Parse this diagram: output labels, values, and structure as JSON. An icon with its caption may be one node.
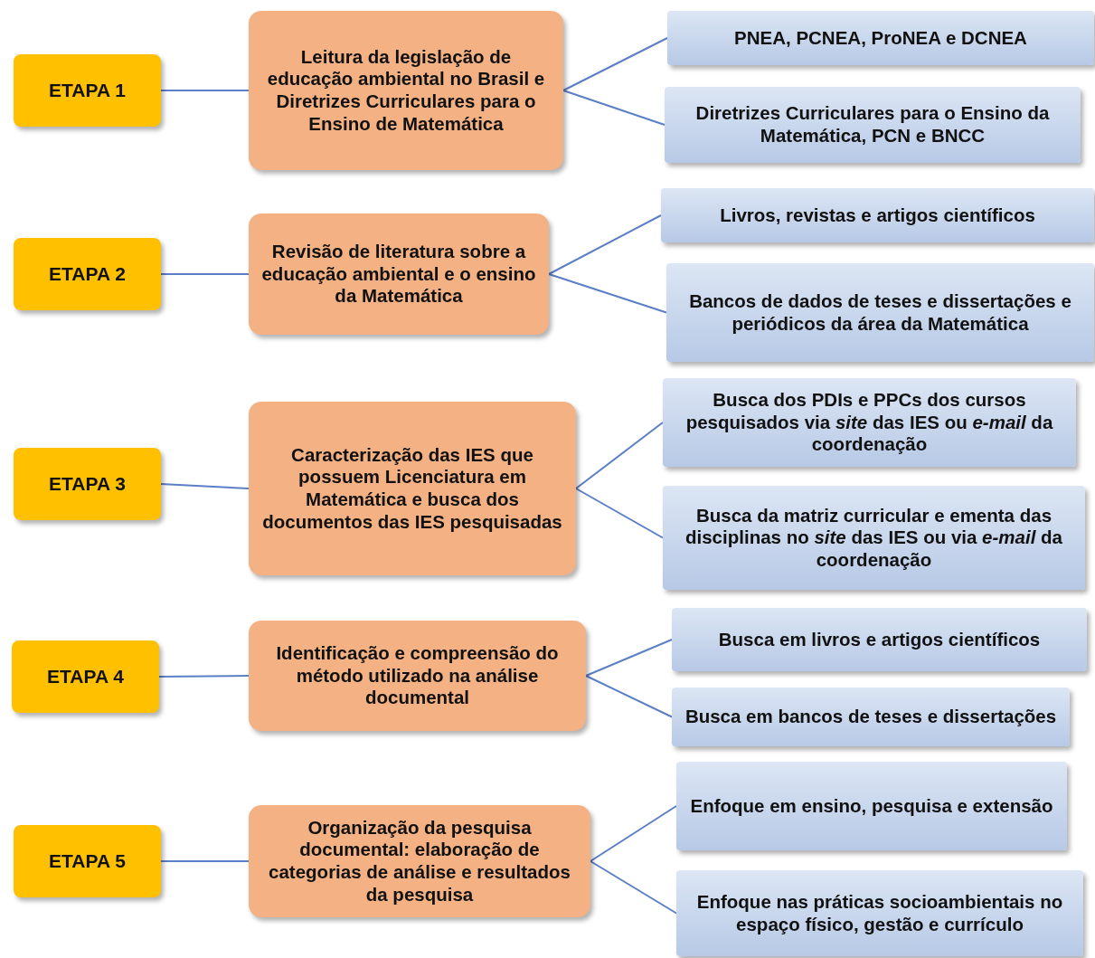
{
  "diagram": {
    "nodes": [
      {
        "text": [
          "ETAPA 1"
        ]
      },
      {
        "text": [
          "Leitura da legislação de educação ambiental no Brasil e Diretrizes Curriculares para o Ensino de Matemática"
        ]
      },
      {
        "text": [
          "PNEA, PCNEA, ProNEA e DCNEA"
        ]
      },
      {
        "text": [
          "Diretrizes Curriculares para o Ensino da Matemática, PCN e BNCC"
        ]
      },
      {
        "text": [
          "ETAPA 2"
        ]
      },
      {
        "text": [
          "Revisão de literatura sobre a educação ambiental e o ensino da Matemática"
        ]
      },
      {
        "text": [
          "Livros, revistas e artigos científicos"
        ]
      },
      {
        "text": [
          "Bancos de dados de teses e dissertações e periódicos da área da Matemática"
        ]
      },
      {
        "text": [
          "ETAPA 3"
        ]
      },
      {
        "text": [
          "Caracterização das IES que possuem Licenciatura em Matemática e busca dos documentos das IES pesquisadas"
        ]
      },
      {
        "text": [
          "Busca dos PDIs e PPCs dos cursos pesquisados via *site* das IES ou *e-mail* da coordenação"
        ]
      },
      {
        "text": [
          "Busca da matriz curricular e ementa das disciplinas no *site* das IES ou via *e-mail* da coordenação"
        ]
      },
      {
        "text": [
          "ETAPA 4"
        ]
      },
      {
        "text": [
          "Identificação e compreensão do método utilizado na análise documental"
        ]
      },
      {
        "text": [
          "Busca em livros e artigos científicos"
        ]
      },
      {
        "text": [
          "Busca em bancos de teses e dissertações"
        ]
      },
      {
        "text": [
          "ETAPA 5"
        ]
      },
      {
        "text": [
          "Organização da pesquisa documental: elaboração de categorias de análise e resultados da pesquisa"
        ]
      },
      {
        "text": [
          "Enfoque em ensino, pesquisa e extensão"
        ]
      },
      {
        "text": [
          "Enfoque nas práticas socioambientais no espaço físico, gestão e currículo"
        ]
      }
    ],
    "edges": [
      {
        "from": 0,
        "to": 1,
        "arrow": "none"
      },
      {
        "from": 1,
        "to": 2,
        "arrow": "none"
      },
      {
        "from": 1,
        "to": 3,
        "arrow": "none"
      },
      {
        "from": 4,
        "to": 5,
        "arrow": "none"
      },
      {
        "from": 5,
        "to": 6,
        "arrow": "none"
      },
      {
        "from": 5,
        "to": 7,
        "arrow": "none"
      },
      {
        "from": 8,
        "to": 9,
        "arrow": "none"
      },
      {
        "from": 9,
        "to": 10,
        "arrow": "none"
      },
      {
        "from": 9,
        "to": 11,
        "arrow": "none"
      },
      {
        "from": 12,
        "to": 13,
        "arrow": "none"
      },
      {
        "from": 13,
        "to": 14,
        "arrow": "none"
      },
      {
        "from": 13,
        "to": 15,
        "arrow": "none"
      },
      {
        "from": 16,
        "to": 17,
        "arrow": "none"
      },
      {
        "from": 17,
        "to": 18,
        "arrow": "none"
      },
      {
        "from": 17,
        "to": 19,
        "arrow": "none"
      }
    ]
  }
}
